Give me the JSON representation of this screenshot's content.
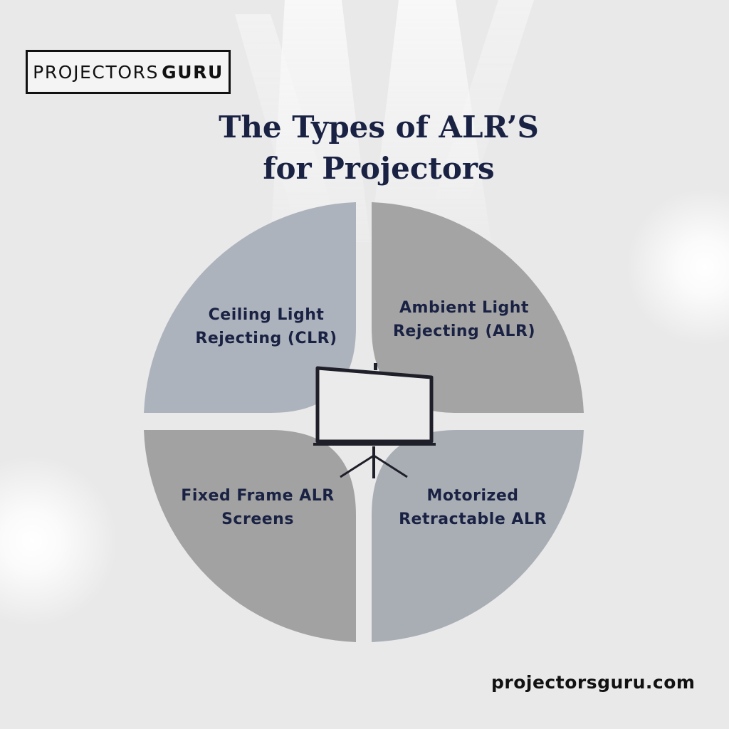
{
  "brand": {
    "light": "PROJECTORS",
    "bold": "GURU"
  },
  "title": {
    "line1": "The Types of ALR’S",
    "line2": "for Projectors"
  },
  "quadrants": {
    "top_left": {
      "line1": "Ceiling Light",
      "line2": "Rejecting (CLR)",
      "color": "#adb3bc"
    },
    "top_right": {
      "line1": "Ambient Light",
      "line2": "Rejecting (ALR)",
      "color": "#a4a4a4"
    },
    "bottom_left": {
      "line1": "Fixed Frame ALR",
      "line2": "Screens",
      "color": "#a2a2a2"
    },
    "bottom_right": {
      "line1": "Motorized",
      "line2": "Retractable ALR",
      "color": "#a9aeb5"
    }
  },
  "center_icon": "projector-screen-on-tripod-icon",
  "website": "projectorsguru.com",
  "colors": {
    "title": "#1a2244",
    "background": "#e9e9ea"
  }
}
